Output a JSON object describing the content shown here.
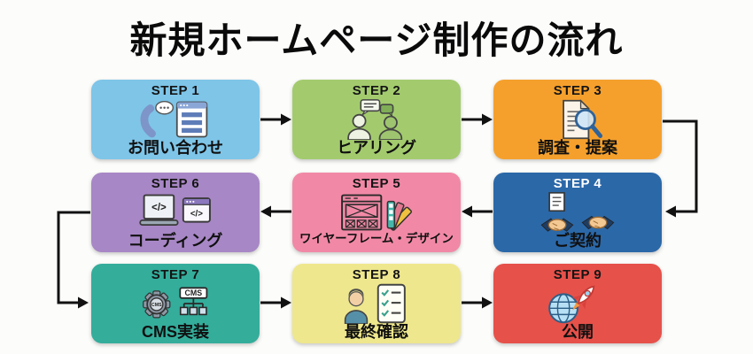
{
  "title": "新規ホームページ制作の流れ",
  "background_color": "#fcfcfa",
  "arrow_color": "#111111",
  "steps": [
    {
      "step_label": "STEP 1",
      "label": "お問い合わせ",
      "color": "#7ec5e8",
      "icon": "phone-and-contact-form"
    },
    {
      "step_label": "STEP 2",
      "label": "ヒアリング",
      "color": "#a3cb6e",
      "icon": "two-people-talking"
    },
    {
      "step_label": "STEP 3",
      "label": "調査・提案",
      "color": "#f5a02d",
      "icon": "document-with-magnifier"
    },
    {
      "step_label": "STEP 4",
      "label": "ご契約",
      "color": "#2b68a8",
      "step_text_color": "#ffffff",
      "icon": "handshakes-with-contract"
    },
    {
      "step_label": "STEP 5",
      "label": "ワイヤーフレーム・デザイン",
      "color": "#f189a6",
      "icon": "wireframe-and-color-swatches"
    },
    {
      "step_label": "STEP 6",
      "label": "コーディング",
      "color": "#a787c5",
      "icon": "laptop-and-code-window"
    },
    {
      "step_label": "STEP 7",
      "label": "CMS実装",
      "color": "#34ad9b",
      "icon": "cms-gear-and-sitemap"
    },
    {
      "step_label": "STEP 8",
      "label": "最終確認",
      "color": "#eee78d",
      "icon": "person-with-checklist"
    },
    {
      "step_label": "STEP 9",
      "label": "公開",
      "color": "#e6514a",
      "icon": "globe-with-rocket"
    }
  ],
  "flow_order": [
    "STEP 1",
    "STEP 2",
    "STEP 3",
    "STEP 4",
    "STEP 5",
    "STEP 6",
    "STEP 7",
    "STEP 8",
    "STEP 9"
  ],
  "icon_texts": {
    "code": "</>",
    "cms": "CMS"
  }
}
